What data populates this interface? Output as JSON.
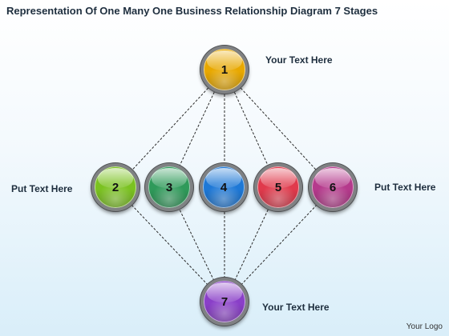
{
  "title": "Representation Of One Many One Business Relationship Diagram 7 Stages",
  "nodes": [
    {
      "label": "1",
      "color": "#e8a800"
    },
    {
      "label": "2",
      "color": "#7bc221"
    },
    {
      "label": "3",
      "color": "#2f9a5a"
    },
    {
      "label": "4",
      "color": "#1e78d6"
    },
    {
      "label": "5",
      "color": "#e03a4c"
    },
    {
      "label": "6",
      "color": "#b53a8c"
    },
    {
      "label": "7",
      "color": "#8a3fc8"
    }
  ],
  "texts": {
    "top_right": "Your Text Here",
    "left": "Put Text Here",
    "right": "Put Text Here",
    "bottom_right": "Your Text Here"
  },
  "logo": "Your Logo"
}
